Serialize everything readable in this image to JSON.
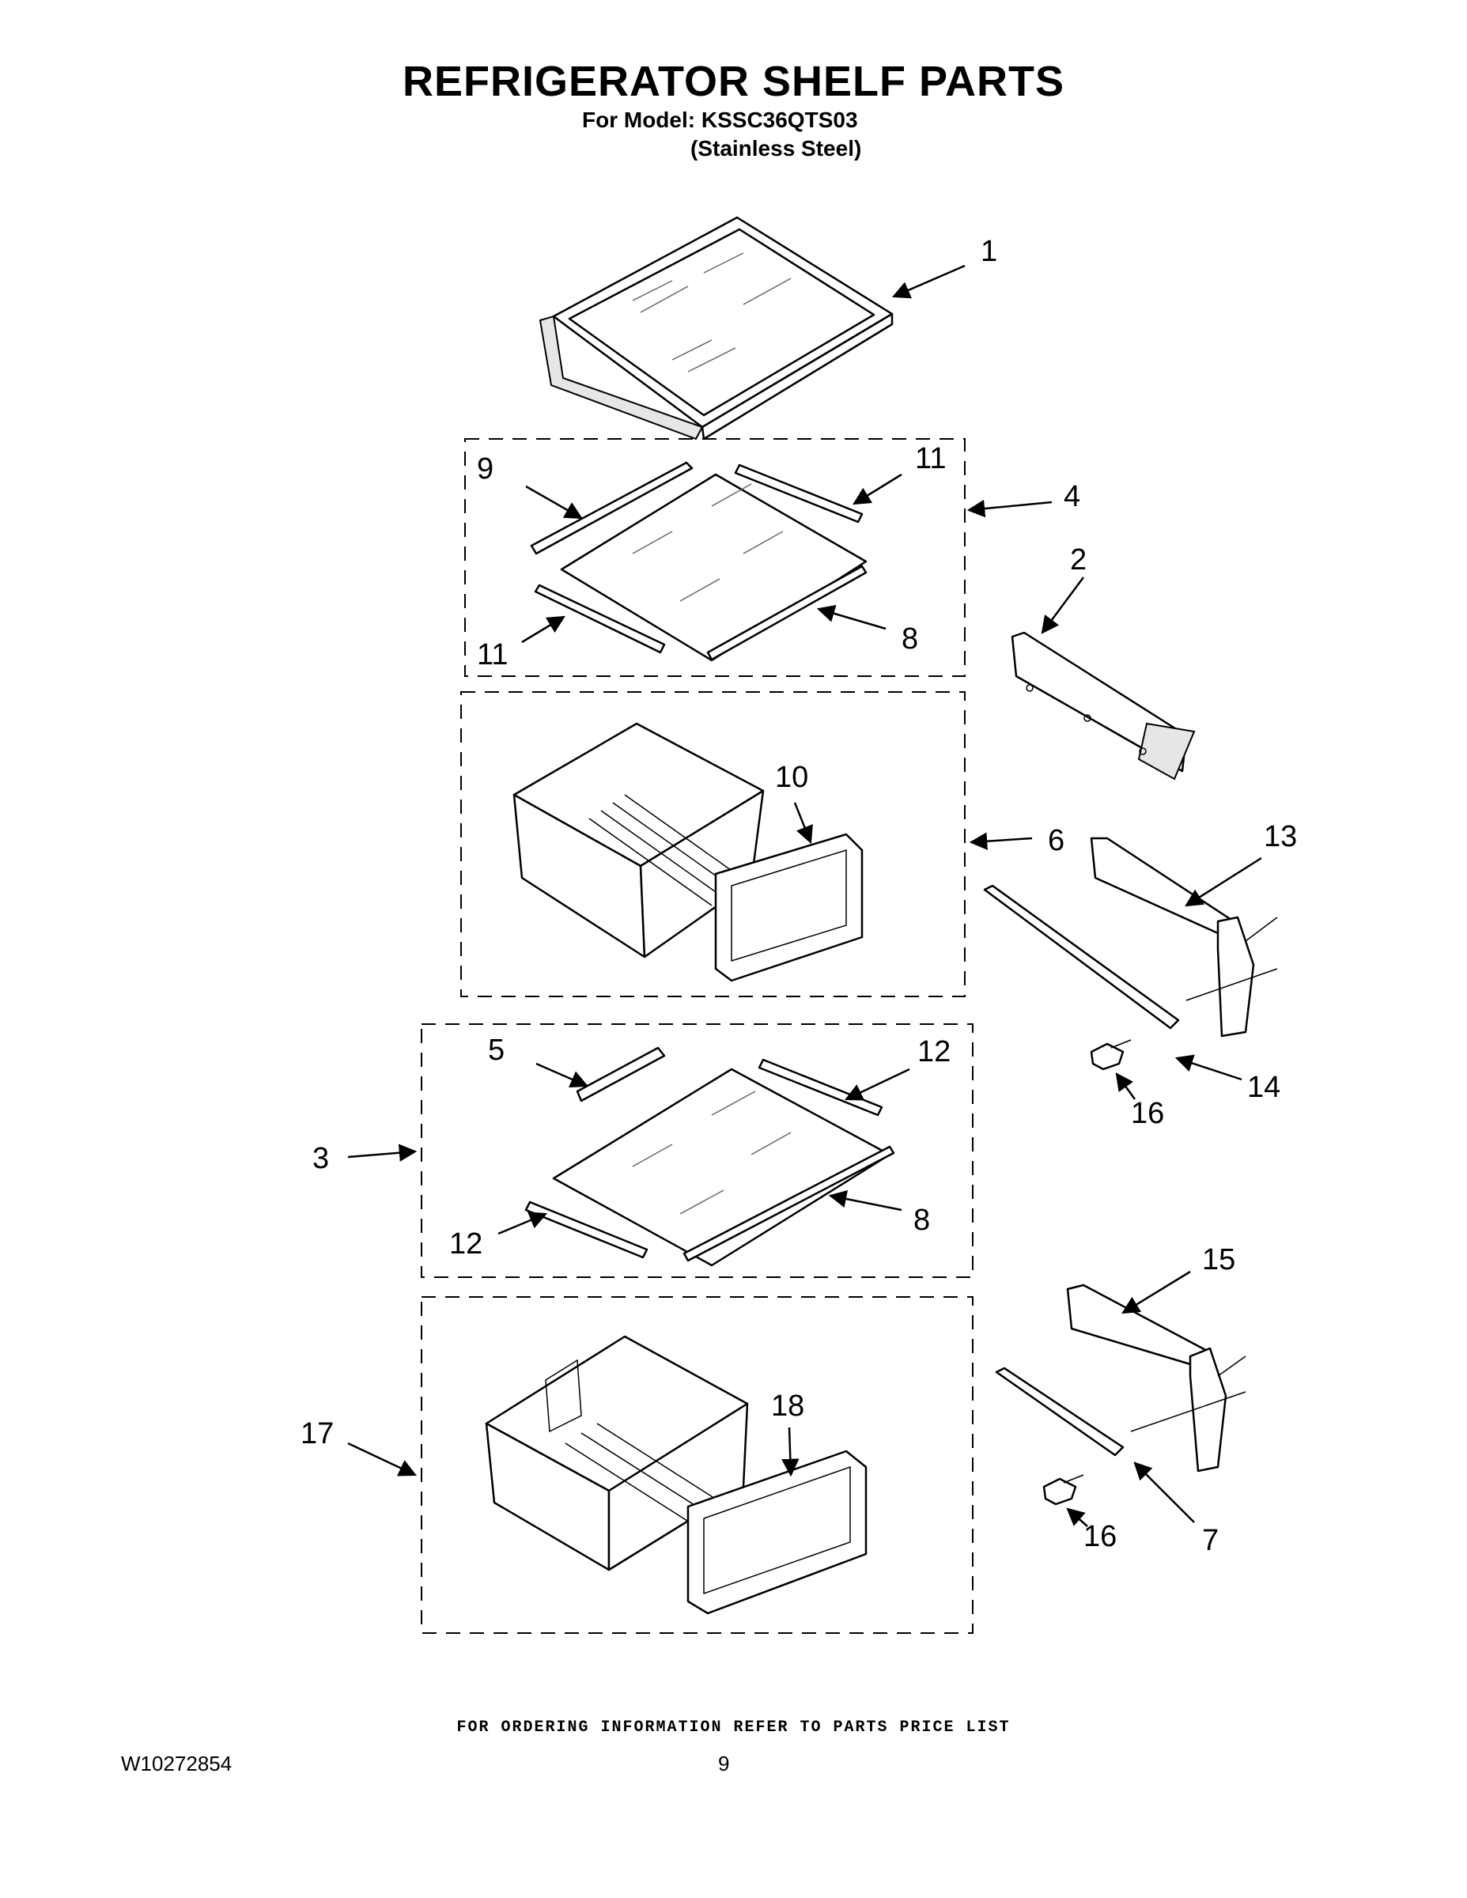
{
  "header": {
    "title": "REFRIGERATOR SHELF PARTS",
    "model_line": "For Model: KSSC36QTS03",
    "finish_line": "(Stainless Steel)"
  },
  "callouts": {
    "c1": "1",
    "c2": "2",
    "c3": "3",
    "c4": "4",
    "c5": "5",
    "c6": "6",
    "c7": "7",
    "c8a": "8",
    "c8b": "8",
    "c9": "9",
    "c10": "10",
    "c11a": "11",
    "c11b": "11",
    "c12a": "12",
    "c12b": "12",
    "c13": "13",
    "c14": "14",
    "c15": "15",
    "c16a": "16",
    "c16b": "16",
    "c17": "17",
    "c18": "18"
  },
  "footer": {
    "ordering_note": "FOR ORDERING INFORMATION REFER TO PARTS PRICE LIST",
    "document_number": "W10272854",
    "page_number": "9"
  }
}
